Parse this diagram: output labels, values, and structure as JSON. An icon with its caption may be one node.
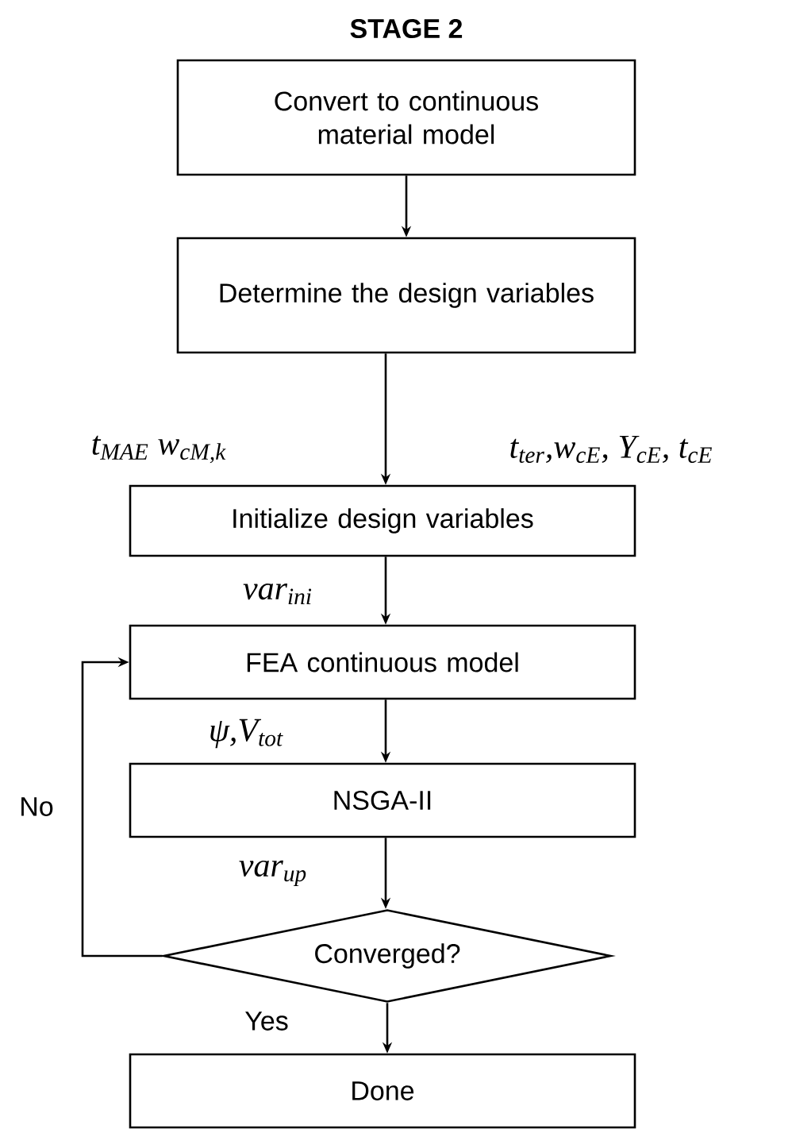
{
  "diagram": {
    "title": "STAGE 2",
    "nodes": [
      {
        "text": [
          "Convert to continuous material model"
        ]
      },
      {
        "text": [
          "Determine the design variables"
        ]
      },
      {
        "text": [
          "Initialize design variables"
        ]
      },
      {
        "text": [
          "FEA continuous model"
        ]
      },
      {
        "text": [
          "NSGA-II"
        ]
      },
      {
        "text": [
          "Converged?"
        ]
      },
      {
        "text": [
          "Done"
        ]
      }
    ],
    "edges": [
      {
        "from": 0,
        "to": 1,
        "arrow": "to"
      },
      {
        "from": 1,
        "to": 2,
        "arrow": "to",
        "label": "t$_{MAE}$  w$_{cM,k}$"
      },
      {
        "from": 2,
        "to": 3,
        "arrow": "to",
        "label": "var$_{ini}$"
      },
      {
        "from": 3,
        "to": 4,
        "arrow": "to",
        "label": "ψ,V$_{tot}$"
      },
      {
        "from": 4,
        "to": 5,
        "arrow": "to",
        "label": "var$_{up}$"
      },
      {
        "from": 5,
        "to": 6,
        "arrow": "to",
        "label": "Yes"
      },
      {
        "from": 5,
        "to": 3,
        "arrow": "to",
        "label": "No"
      }
    ],
    "labels": [
      "t$_{ter}$,w$_{cE}$, Y$_{cE}$, t$_{cE}$"
    ]
  }
}
